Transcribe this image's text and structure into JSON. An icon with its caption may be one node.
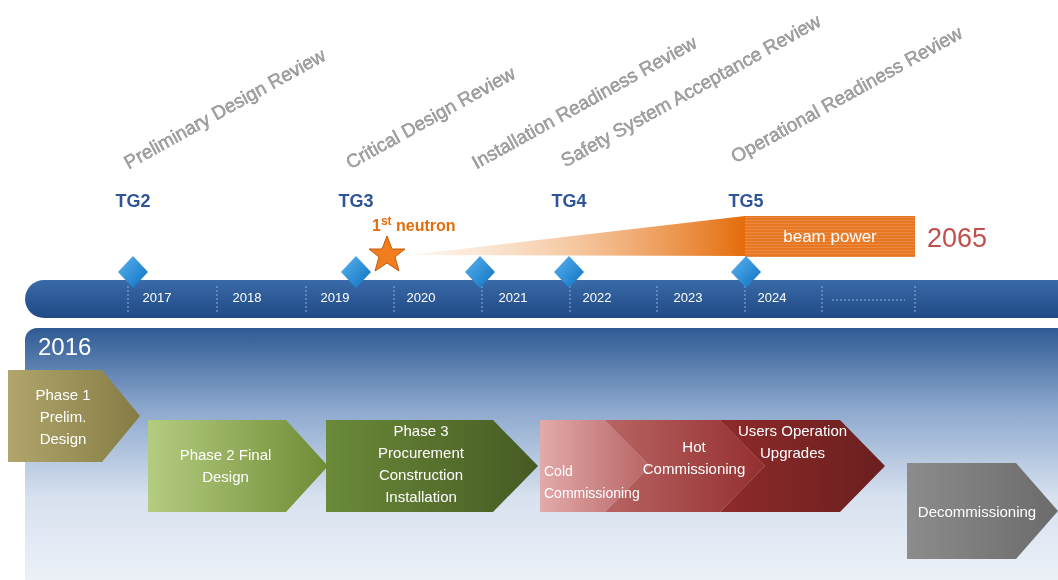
{
  "diagram": {
    "nodes": [
      {
        "text": [
          "TG2"
        ]
      },
      {
        "text": [
          "TG3"
        ]
      },
      {
        "text": [],
        "shape": "diamond"
      },
      {
        "text": [
          "TG4"
        ]
      },
      {
        "text": [
          "TG5"
        ]
      },
      {
        "text": [
          "Phase 1 Prelim. Design"
        ]
      },
      {
        "text": [
          "Phase 2 Final Design"
        ]
      },
      {
        "text": [
          "Phase 3 Procurement Construction Installation"
        ]
      },
      {
        "text": [
          "Cold Commissioning"
        ]
      },
      {
        "text": [
          "Hot Commissioning"
        ]
      },
      {
        "text": [
          "Users Operation Upgrades"
        ]
      },
      {
        "text": [
          "Decommissioning"
        ]
      }
    ],
    "labels": [
      "Preliminary Design Review",
      "Critical Design Review",
      "Installation Readiness Review",
      "Safety System Acceptance Review",
      "Operational Readiness Review",
      "1$^{st}$ neutron",
      "beam power",
      "2065",
      "2017",
      "2018",
      "2019",
      "2020",
      "2021",
      "2022",
      "2023",
      "2024",
      "2016"
    ]
  }
}
